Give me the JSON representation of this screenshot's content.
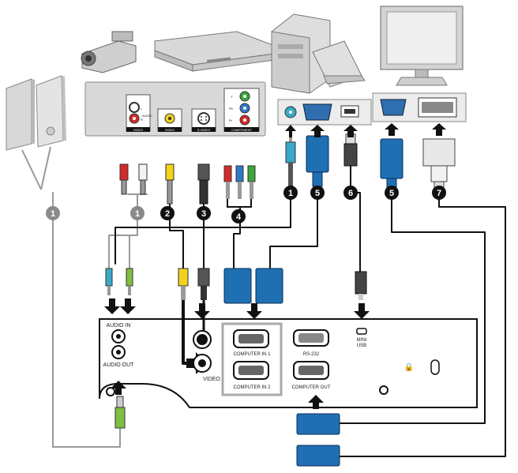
{
  "projector_panel": {
    "audio_in": "AUDIO IN",
    "audio_out": "AUDIO OUT",
    "video": "VIDEO",
    "computer_in_1": "COMPUTER IN 1",
    "computer_in_2": "COMPUTER IN 2",
    "rs232": "RS-232",
    "computer_out": "COMPUTER OUT",
    "mini_usb_line1": "MINI",
    "mini_usb_line2": "USB"
  },
  "av_panel": {
    "video_label": "VIDEO",
    "audio_label": "AUDIO",
    "svideo_label": "S-VIDEO",
    "component_label": "COMPONENT",
    "component_y": "Y",
    "component_pb": "Pb",
    "component_pr": "Pr",
    "audio_l": "L",
    "audio_r": "R"
  },
  "cable_numbers": [
    "1",
    "1",
    "2",
    "3",
    "4",
    "1",
    "5",
    "6",
    "5",
    "7"
  ],
  "colors": {
    "callout_black": "#111111",
    "callout_grey": "#8a8a8a",
    "cable_grey": "#9a9a9a",
    "vga_blue": "#1f6fb3",
    "rca_red": "#d42a2a",
    "rca_yellow": "#f2d21b",
    "rca_green": "#3aa63a",
    "rca_blue": "#2f79c9",
    "audio_jack_blue": "#3aa8c8",
    "audio_jack_green": "#7fbf3f"
  }
}
